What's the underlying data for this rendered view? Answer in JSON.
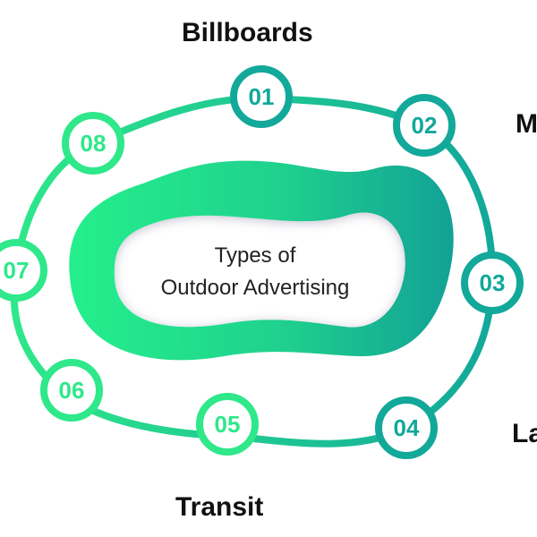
{
  "center": {
    "line1": "Types of",
    "line2": "Outdoor Advertising"
  },
  "nodes": [
    "01",
    "02",
    "03",
    "04",
    "05",
    "06",
    "07",
    "08"
  ],
  "labels": {
    "top": "Billboards",
    "right_top": "M",
    "right_bottom": "La",
    "bottom": "Transit"
  },
  "colors": {
    "accent_green": "#2ee88a",
    "accent_teal": "#12a89a",
    "center_fill": "#ffffff",
    "text_dark": "#111111"
  }
}
